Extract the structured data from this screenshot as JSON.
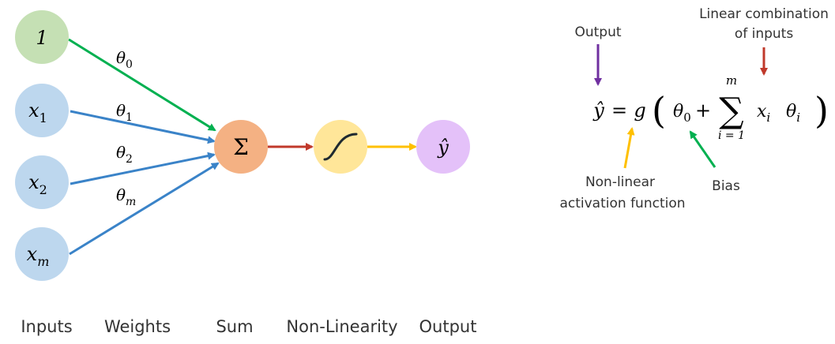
{
  "colors": {
    "bias_node": "#c5e0b4",
    "input_node": "#bdd7ee",
    "sum_node": "#f4b183",
    "nonlin_node": "#ffe699",
    "output_node": "#e4c1f9",
    "green_arrow": "#00b050",
    "blue_arrow": "#3a83c8",
    "red_arrow": "#c0392b",
    "yellow_arrow": "#ffc000",
    "purple_arrow": "#7030a0"
  },
  "nodes": {
    "bias": "1",
    "x1": {
      "base": "x",
      "sub": "1"
    },
    "x2": {
      "base": "x",
      "sub": "2"
    },
    "xm": {
      "base": "x",
      "sub": "m"
    },
    "sum": "Σ",
    "output": "ŷ"
  },
  "weights": {
    "w0": {
      "base": "θ",
      "sub": "0"
    },
    "w1": {
      "base": "θ",
      "sub": "1"
    },
    "w2": {
      "base": "θ",
      "sub": "2"
    },
    "wm": {
      "base": "θ",
      "sub": "m"
    }
  },
  "bottom_labels": {
    "inputs": "Inputs",
    "weights": "Weights",
    "sum": "Sum",
    "nonlinearity": "Non-Linearity",
    "output": "Output"
  },
  "equation": {
    "lhs": "ŷ",
    "equals": "=",
    "g": "g",
    "lparen": "(",
    "rparen": ")",
    "theta0_base": "θ",
    "theta0_sub": "0",
    "plus": "+",
    "sigma": "∑",
    "upper": "m",
    "lower": "i = 1",
    "x_base": "x",
    "x_sub": "i",
    "theta_base": "θ",
    "theta_sub": "i"
  },
  "annotations": {
    "output": "Output",
    "linear_line1": "Linear combination",
    "linear_line2": "of inputs",
    "nonlinear_line1": "Non-linear",
    "nonlinear_line2": "activation function",
    "bias": "Bias"
  }
}
